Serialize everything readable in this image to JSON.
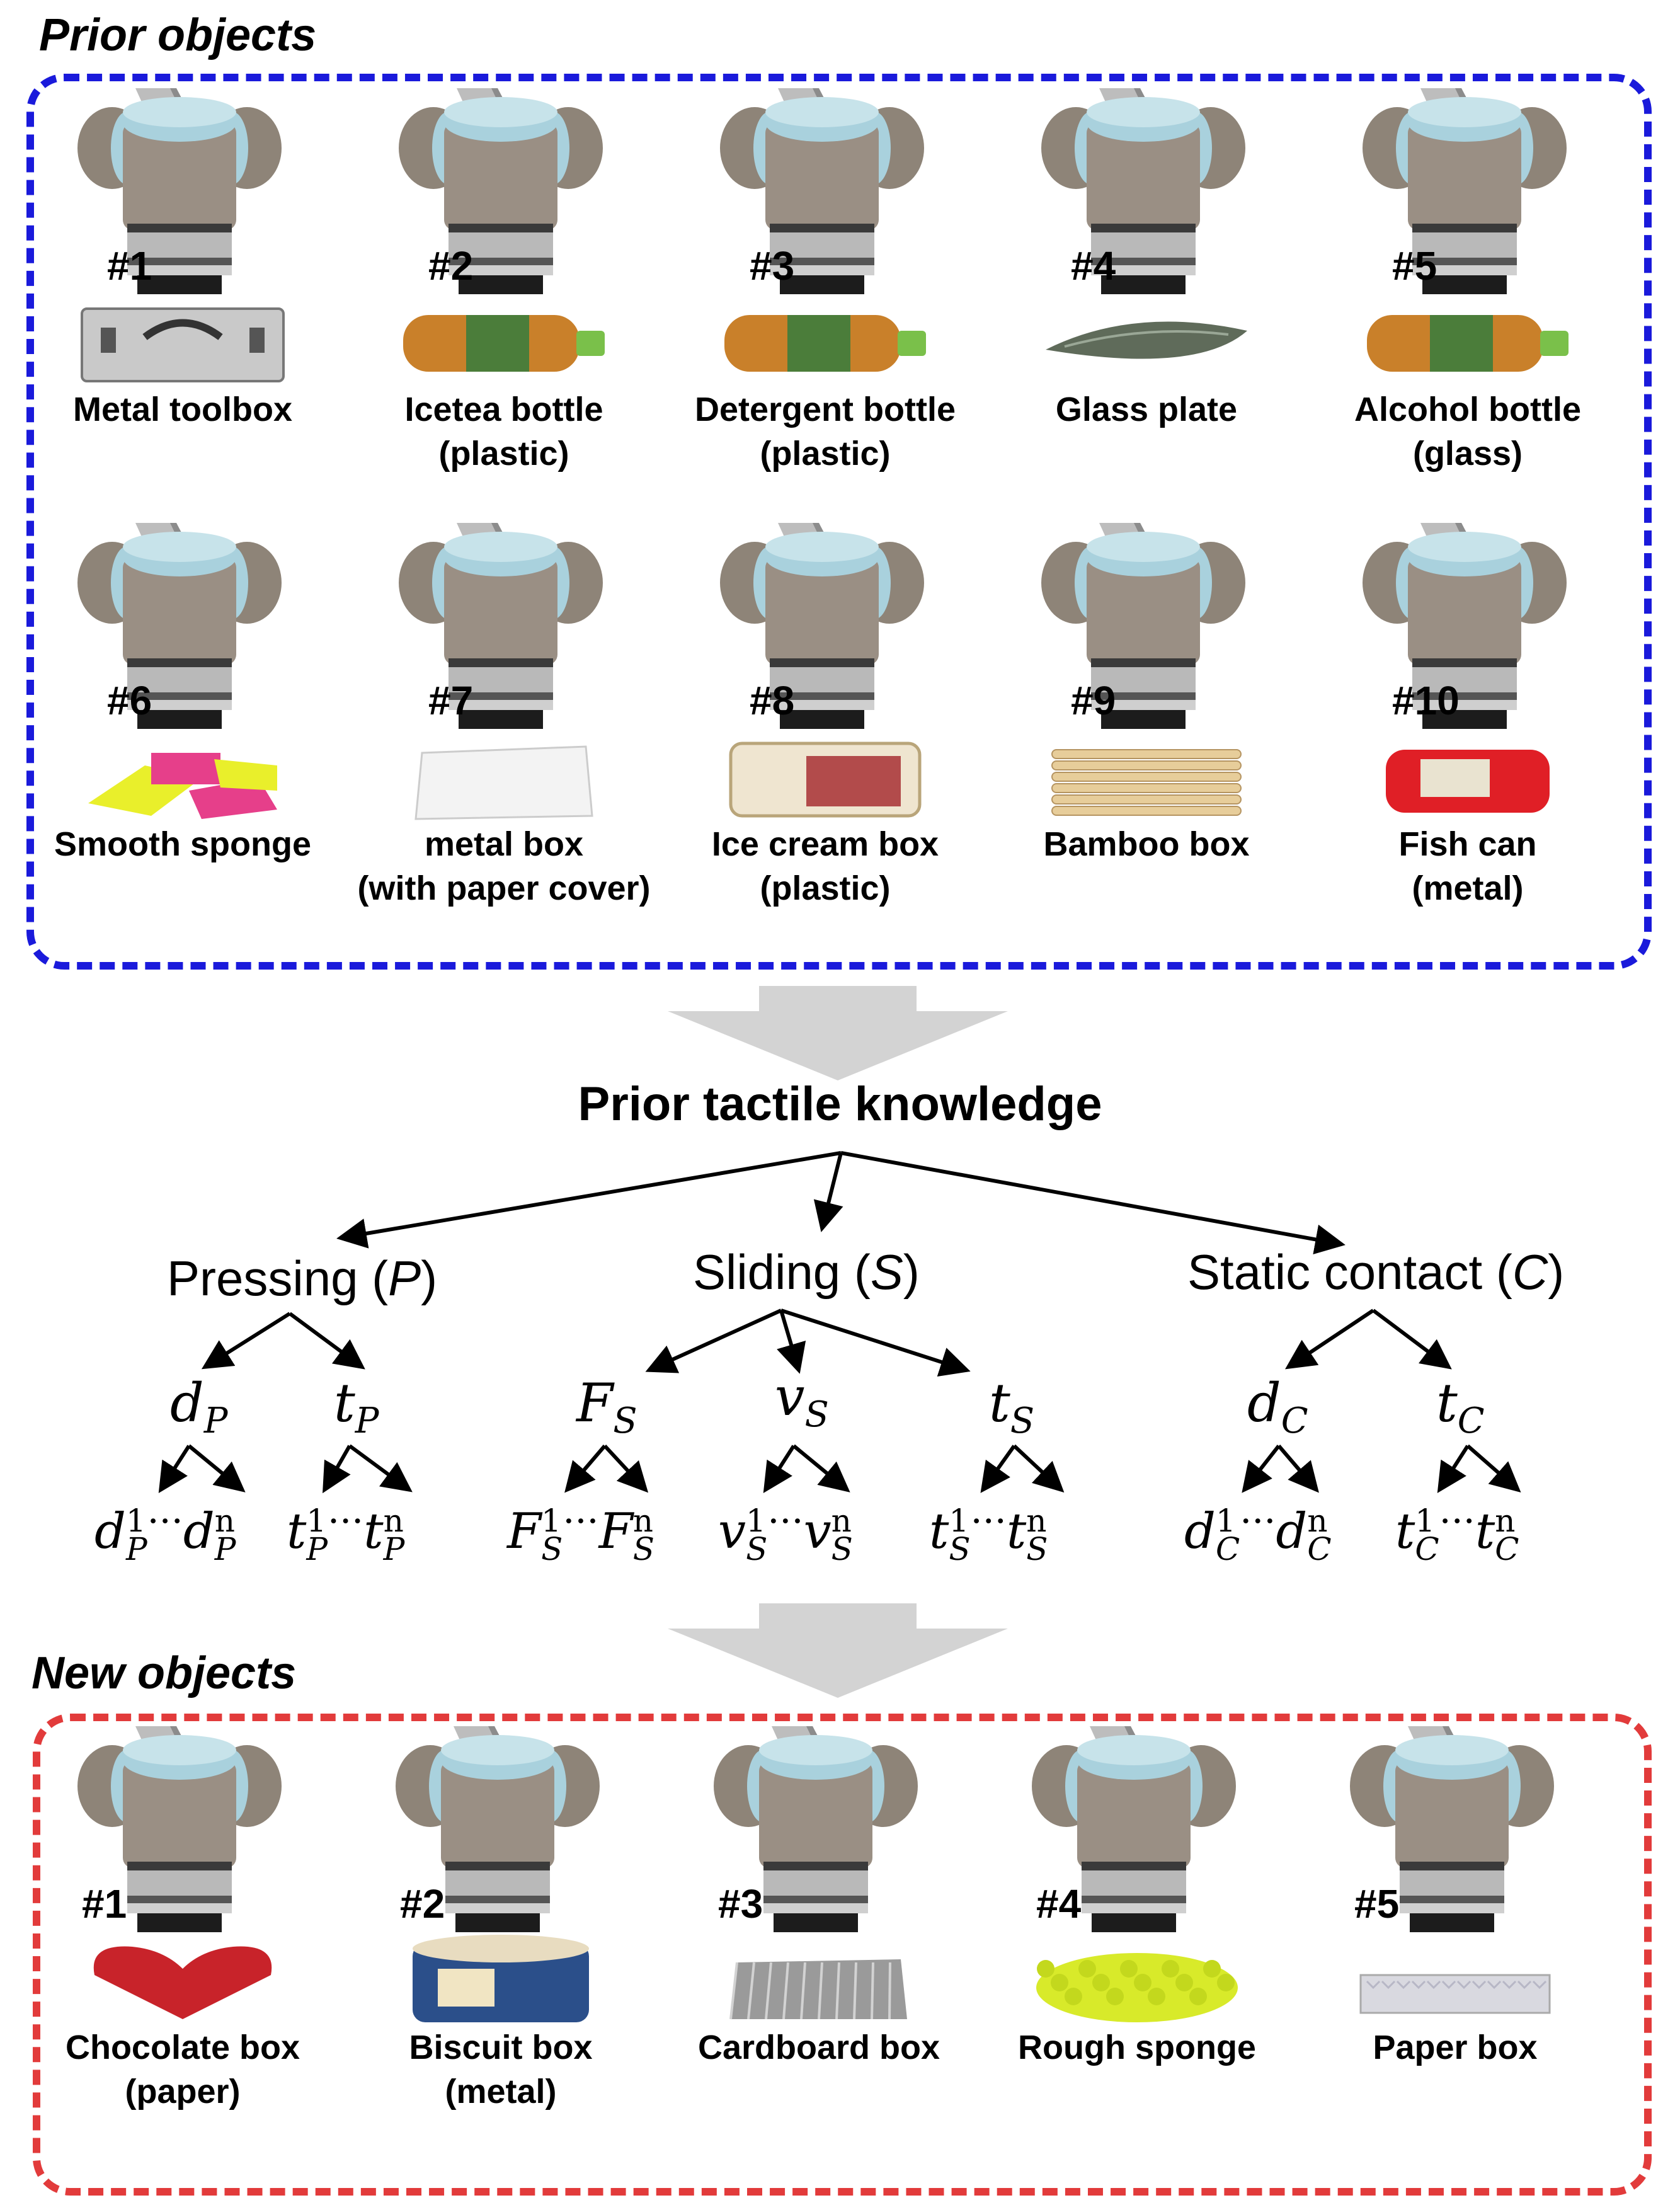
{
  "prior_section": {
    "title": "Prior objects",
    "objects": [
      {
        "number": "#1",
        "name": "Metal toolbox",
        "material": "",
        "object_icon": "toolbox-icon"
      },
      {
        "number": "#2",
        "name": "Icetea bottle",
        "material": "(plastic)",
        "object_icon": "bottle-icon"
      },
      {
        "number": "#3",
        "name": "Detergent bottle",
        "material": "(plastic)",
        "object_icon": "bottle-icon"
      },
      {
        "number": "#4",
        "name": "Glass plate",
        "material": "",
        "object_icon": "plate-icon"
      },
      {
        "number": "#5",
        "name": "Alcohol bottle",
        "material": "(glass)",
        "object_icon": "bottle-icon"
      },
      {
        "number": "#6",
        "name": "Smooth sponge",
        "material": "",
        "object_icon": "sponge-icon"
      },
      {
        "number": "#7",
        "name": "metal box",
        "material": "(with paper cover)",
        "object_icon": "box-icon"
      },
      {
        "number": "#8",
        "name": "Ice cream box",
        "material": "(plastic)",
        "object_icon": "tub-icon"
      },
      {
        "number": "#9",
        "name": "Bamboo box",
        "material": "",
        "object_icon": "bamboo-icon"
      },
      {
        "number": "#10",
        "name": "Fish can",
        "material": "(metal)",
        "object_icon": "can-icon"
      }
    ]
  },
  "knowledge": {
    "title": "Prior tactile knowledge",
    "branches": [
      {
        "name": "Pressing (",
        "symbol": "P",
        "close": ")",
        "params": [
          "d",
          "t"
        ],
        "sub": "P"
      },
      {
        "name": "Sliding (",
        "symbol": "S",
        "close": ")",
        "params": [
          "F",
          "v",
          "t"
        ],
        "sub": "S"
      },
      {
        "name": "Static contact (",
        "symbol": "C",
        "close": ")",
        "params": [
          "d",
          "t"
        ],
        "sub": "C"
      }
    ],
    "superscript_first": "1",
    "superscript_last": "n",
    "ellipsis": "···"
  },
  "new_section": {
    "title": "New objects",
    "objects": [
      {
        "number": "#1",
        "name": "Chocolate box",
        "material": "(paper)",
        "object_icon": "heart-box-icon"
      },
      {
        "number": "#2",
        "name": "Biscuit box",
        "material": "(metal)",
        "object_icon": "tin-icon"
      },
      {
        "number": "#3",
        "name": "Cardboard box",
        "material": "",
        "object_icon": "cardboard-icon"
      },
      {
        "number": "#4",
        "name": "Rough sponge",
        "material": "",
        "object_icon": "rough-sponge-icon"
      },
      {
        "number": "#5",
        "name": "Paper box",
        "material": "",
        "object_icon": "paper-box-icon"
      }
    ]
  },
  "colors": {
    "prior_frame": "#1a1adb",
    "new_frame": "#e23b3b",
    "arrow": "#d3d3d3",
    "robot_body": "#9a8f84",
    "robot_cap": "#a9d1dd"
  }
}
